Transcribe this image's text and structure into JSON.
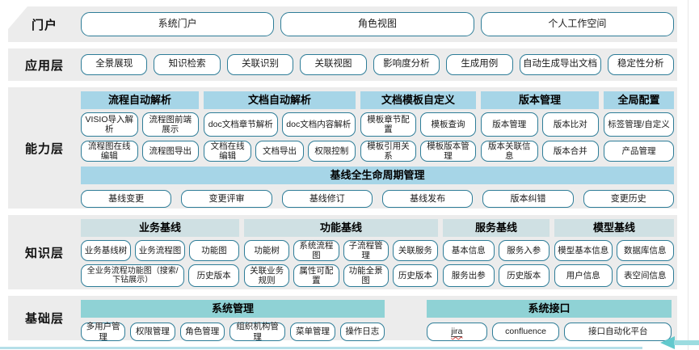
{
  "portal": {
    "label": "门户",
    "buttons": [
      "系统门户",
      "角色视图",
      "个人工作空间"
    ]
  },
  "app_layer": {
    "label": "应用层",
    "buttons": [
      "全景展现",
      "知识检索",
      "关联识别",
      "关联视图",
      "影响度分析",
      "生成用例",
      "自动生成导出文档",
      "稳定性分析"
    ]
  },
  "capability_layer": {
    "label": "能力层",
    "groups": [
      {
        "header": "流程自动解析",
        "rows": [
          [
            "VISIO导入解析",
            "流程图前端展示"
          ],
          [
            "流程图在线编辑",
            "流程图导出"
          ]
        ]
      },
      {
        "header": "文档自动解析",
        "rows": [
          [
            "doc文档章节解析",
            "doc文档内容解析"
          ],
          [
            "文档在线编辑",
            "文档导出",
            "权限控制"
          ]
        ]
      },
      {
        "header": "文档模板自定义",
        "rows": [
          [
            "模板章节配置",
            "模板查询"
          ],
          [
            "模板引用关系",
            "模板版本管理"
          ]
        ]
      },
      {
        "header": "版本管理",
        "rows": [
          [
            "版本管理",
            "版本比对"
          ],
          [
            "版本关联信息",
            "版本合并"
          ]
        ]
      },
      {
        "header": "全局配置",
        "rows": [
          [
            "标签管理/自定义"
          ],
          [
            "产品管理"
          ]
        ]
      }
    ],
    "baseline": {
      "header": "基线全生命周期管理",
      "buttons": [
        "基线变更",
        "变更评审",
        "基线修订",
        "基线发布",
        "版本纠错",
        "变更历史"
      ]
    }
  },
  "knowledge_layer": {
    "label": "知识层",
    "groups": [
      {
        "header": "业务基线",
        "rows": [
          [
            "业务基线树",
            "业务流程图",
            "功能图"
          ],
          [
            "全业务流程功能图（搜索/下钻展示）",
            "历史版本"
          ]
        ]
      },
      {
        "header": "功能基线",
        "rows": [
          [
            "功能树",
            "系统流程图",
            "子流程管理",
            "关联服务"
          ],
          [
            "关联业务规则",
            "属性可配置",
            "功能全景图",
            "历史版本"
          ]
        ]
      },
      {
        "header": "服务基线",
        "rows": [
          [
            "基本信息",
            "服务入参"
          ],
          [
            "服务出参",
            "历史版本"
          ]
        ]
      },
      {
        "header": "模型基线",
        "rows": [
          [
            "模型基本信息",
            "数据库信息"
          ],
          [
            "用户信息",
            "表空间信息"
          ]
        ]
      }
    ]
  },
  "foundation_layer": {
    "label": "基础层",
    "groups": [
      {
        "header": "系统管理",
        "buttons": [
          "多用户管理",
          "权限管理",
          "角色管理",
          "组织机构管理",
          "菜单管理",
          "操作日志"
        ]
      },
      {
        "header": "系统接口",
        "buttons": [
          "jira",
          "confluence",
          "接口自动化平台"
        ]
      }
    ]
  },
  "colors": {
    "band_background": "#ececec",
    "capability_header": "#a6d5e7",
    "knowledge_header": "#cfe0e3",
    "foundation_header": "#8fd2d5",
    "node_border": "#2e7d98",
    "bottom_line": "#b5dfe9",
    "arrow": "#62c9cd"
  }
}
